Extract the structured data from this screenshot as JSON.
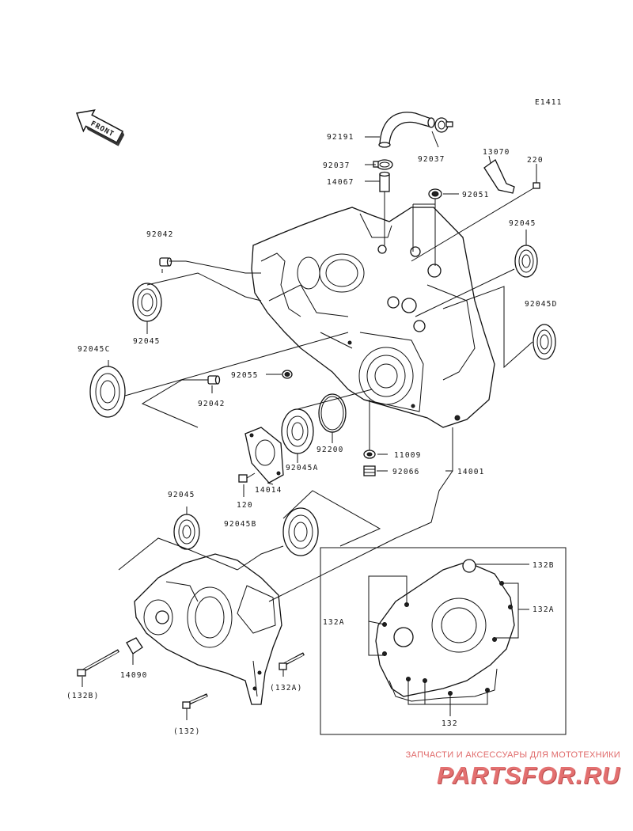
{
  "diagram": {
    "code": "E1411",
    "front_label": "FRONT",
    "parts": {
      "p92191": "92191",
      "p92037a": "92037",
      "p92037b": "92037",
      "p14067": "14067",
      "p13070": "13070",
      "p220": "220",
      "p92051": "92051",
      "p92042a": "92042",
      "p92045a": "92045",
      "p92045r": "92045",
      "p92045c": "92045C",
      "p92045d": "92045D",
      "p92055": "92055",
      "p92042b": "92042",
      "p92200": "92200",
      "p11009": "11009",
      "p92066": "92066",
      "p14001": "14001",
      "p92045A": "92045A",
      "p14014": "14014",
      "p120": "120",
      "p92045l": "92045",
      "p92045B": "92045B",
      "p14090": "14090",
      "p132Bl": "(132B)",
      "p132Al": "(132A)",
      "p132l": "(132)",
      "p132B": "132B",
      "p132A": "132A",
      "p132Ai": "132A",
      "p132": "132"
    }
  },
  "watermark": {
    "tagline": "ЗАПЧАСТИ И АКСЕССУАРЫ ДЛЯ МОТОТЕХНИКИ",
    "logo": "PARTSFOR.RU"
  }
}
